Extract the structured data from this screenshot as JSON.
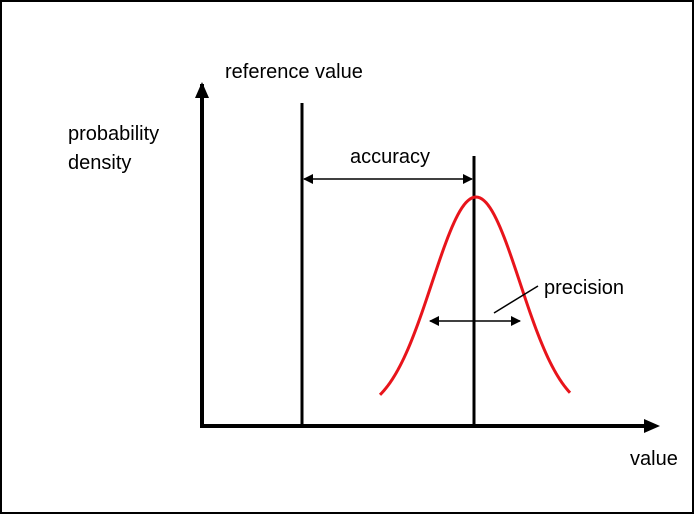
{
  "labels": {
    "reference_value": "reference value",
    "probability": "probability",
    "density": "density",
    "accuracy": "accuracy",
    "precision": "precision",
    "value": "value"
  },
  "colors": {
    "curve": "#e8141b",
    "ink": "#000000",
    "background": "#ffffff"
  }
}
